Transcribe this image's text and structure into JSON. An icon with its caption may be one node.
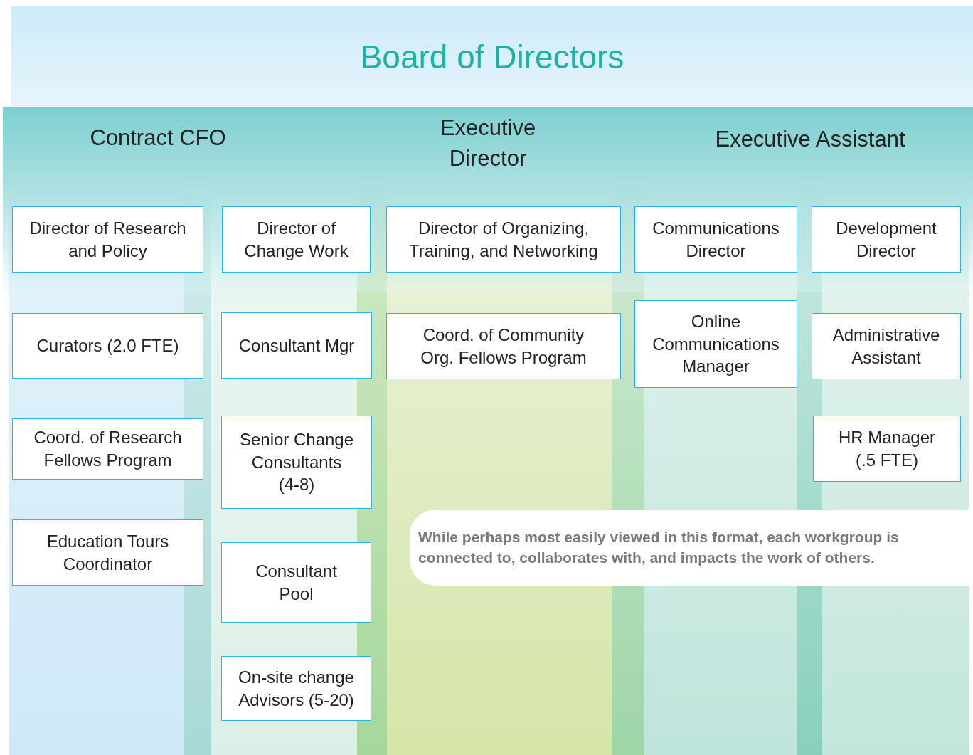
{
  "diagram": {
    "nodes": [
      {
        "text": [
          "Board of Directors"
        ]
      },
      {
        "text": [
          "Contract CFO",
          "Executive Director",
          "Executive Assistant"
        ]
      },
      {
        "text": [
          "Director of Research and Policy"
        ]
      },
      {
        "text": [
          "Director of Change Work"
        ]
      },
      {
        "text": [
          "Director of Organizing, Training, and Networking"
        ]
      },
      {
        "text": [
          "Communications Director"
        ]
      },
      {
        "text": [
          "Development Director"
        ]
      },
      {
        "text": [
          "Curators (2.0 FTE)"
        ]
      },
      {
        "text": [
          "Consultant Mgr"
        ]
      },
      {
        "text": [
          "Coord. of Community Org. Fellows Program"
        ]
      },
      {
        "text": [
          "Online Communications Manager"
        ]
      },
      {
        "text": [
          "Administrative Assistant"
        ]
      },
      {
        "text": [
          "Coord. of Research Fellows Program"
        ]
      },
      {
        "text": [
          "Senior Change Consultants (4-8)"
        ]
      },
      {
        "text": [
          "HR Manager (.5 FTE)"
        ]
      },
      {
        "text": [
          "Education Tours Coordinator"
        ]
      },
      {
        "text": [
          "Consultant Pool"
        ]
      },
      {
        "text": [
          "On-site change Advisors (5-20)"
        ]
      },
      {
        "text": [
          "While perhaps most easily viewed in this format, each workgroup is connected to, collaborates with, and impacts the work of others."
        ]
      }
    ],
    "edges": []
  }
}
